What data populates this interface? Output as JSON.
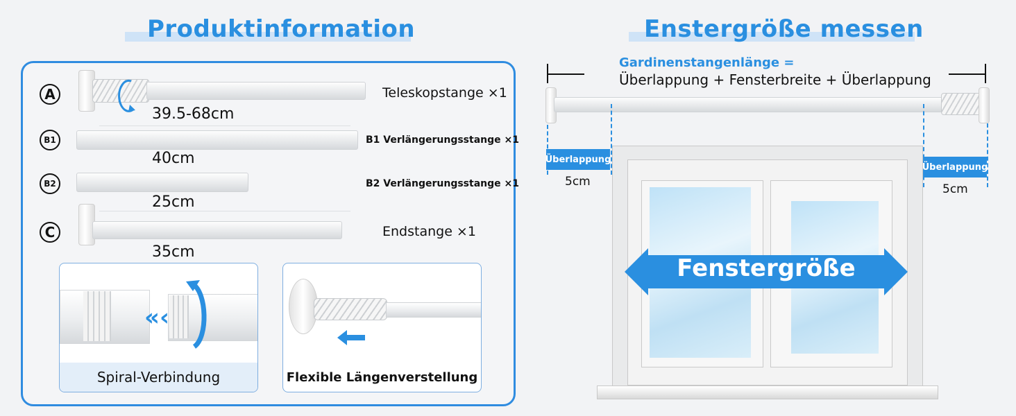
{
  "left": {
    "title": "Produktinformation",
    "items": [
      {
        "badge": "A",
        "size": "39.5-68cm",
        "name": "Teleskopstange ×1"
      },
      {
        "badge": "B1",
        "size": "40cm",
        "name": "B1 Verlängerungsstange ×1"
      },
      {
        "badge": "B2",
        "size": "25cm",
        "name": "B2 Verlängerungsstange ×1"
      },
      {
        "badge": "C",
        "size": "35cm",
        "name": "Endstange ×1"
      }
    ],
    "cards": {
      "spiral": "Spiral-Verbindung",
      "flexible": "Flexible Längenverstellung"
    }
  },
  "right": {
    "title": "Enstergröße messen",
    "formula_label": "Gardinenstangenlänge =",
    "formula": "Überlappung + Fensterbreite + Überlappung",
    "overlap_label": "Überlappung",
    "overlap_left_cm": "5cm",
    "overlap_right_cm": "5cm",
    "window_label": "Fenstergröße"
  },
  "colors": {
    "accent": "#2a8fe0",
    "highlight": "#cfe3f7"
  }
}
